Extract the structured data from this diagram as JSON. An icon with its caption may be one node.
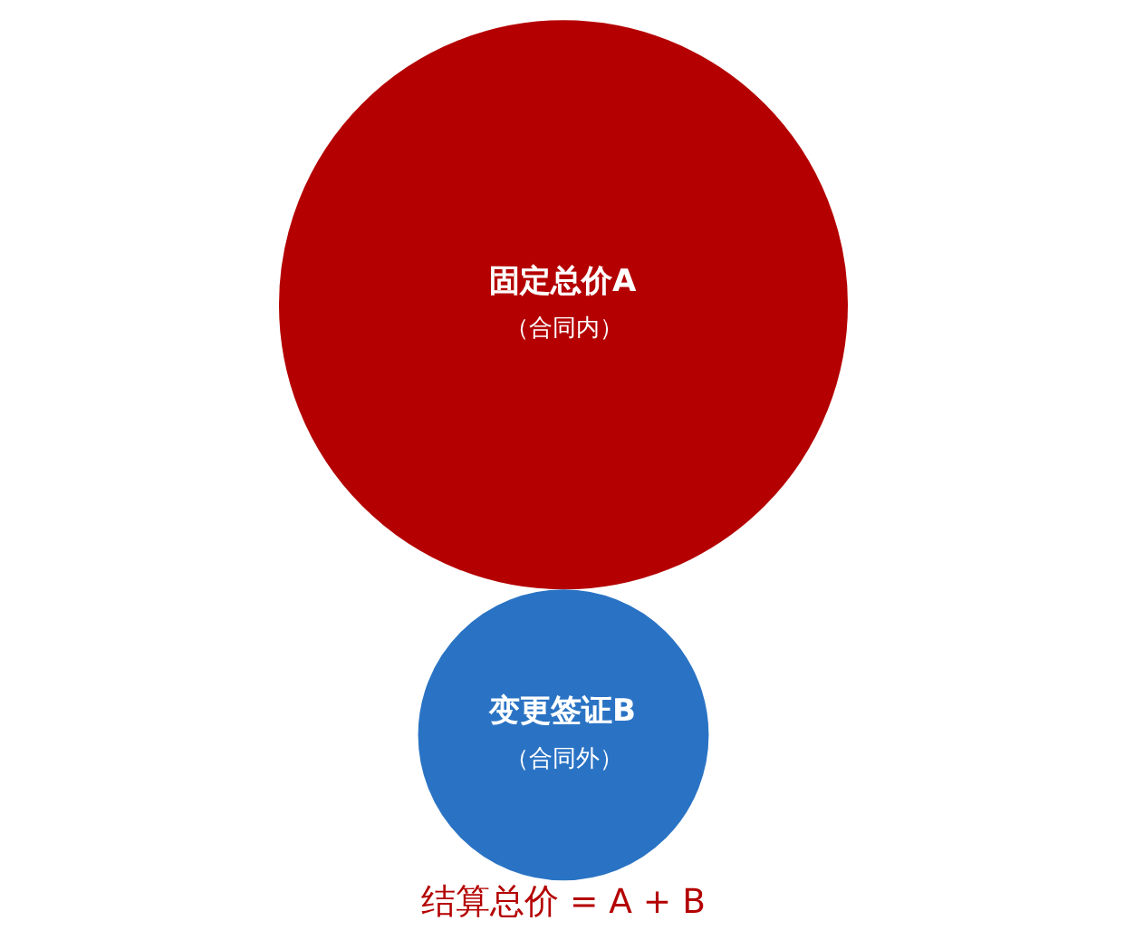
{
  "diagram": {
    "caption": "结算总价 = A + B",
    "nodes": [
      {
        "text": [
          "固定总价A",
          "（合同内）"
        ]
      },
      {
        "text": [
          "变更签证B",
          "（合同外）"
        ]
      }
    ]
  }
}
